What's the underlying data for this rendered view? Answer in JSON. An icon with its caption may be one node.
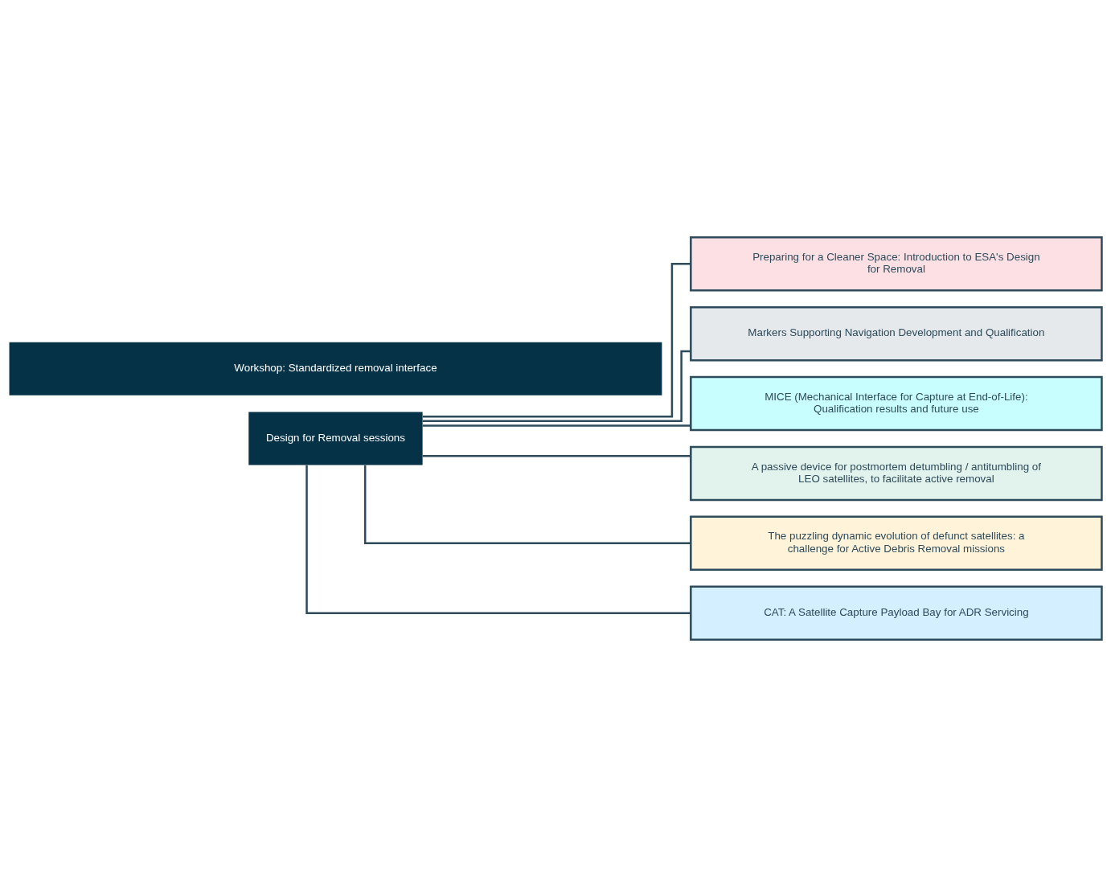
{
  "diagram": {
    "nodes": [
      {
        "text": [
          "Design for Removal sessions"
        ]
      },
      {
        "text": [
          "Preparing for a Cleaner Space: Introduction to ESA's Design for Removal"
        ]
      },
      {
        "text": [
          "Markers Supporting Navigation Development and Qualification"
        ]
      },
      {
        "text": [
          "MICE (Mechanical Interface for Capture at End-of-Life): Qualification results and future use"
        ]
      },
      {
        "text": [
          "A passive device for postmortem detumbling / antitumbling of LEO satellites, to facilitate active removal"
        ]
      },
      {
        "text": [
          "The puzzling dynamic evolution of defunct satellites: a challenge for Active Debris Removal missions"
        ]
      },
      {
        "text": [
          "CAT: A Satellite Capture Payload Bay for ADR Servicing"
        ]
      },
      {
        "text": [
          "Workshop: Standardized removal interface"
        ]
      }
    ],
    "edges": [
      {
        "from": 0,
        "to": 1,
        "arrow": "none"
      },
      {
        "from": 0,
        "to": 2,
        "arrow": "none"
      },
      {
        "from": 0,
        "to": 3,
        "arrow": "none"
      },
      {
        "from": 0,
        "to": 4,
        "arrow": "none"
      },
      {
        "from": 0,
        "to": 5,
        "arrow": "none"
      },
      {
        "from": 0,
        "to": 6,
        "arrow": "none"
      }
    ]
  }
}
